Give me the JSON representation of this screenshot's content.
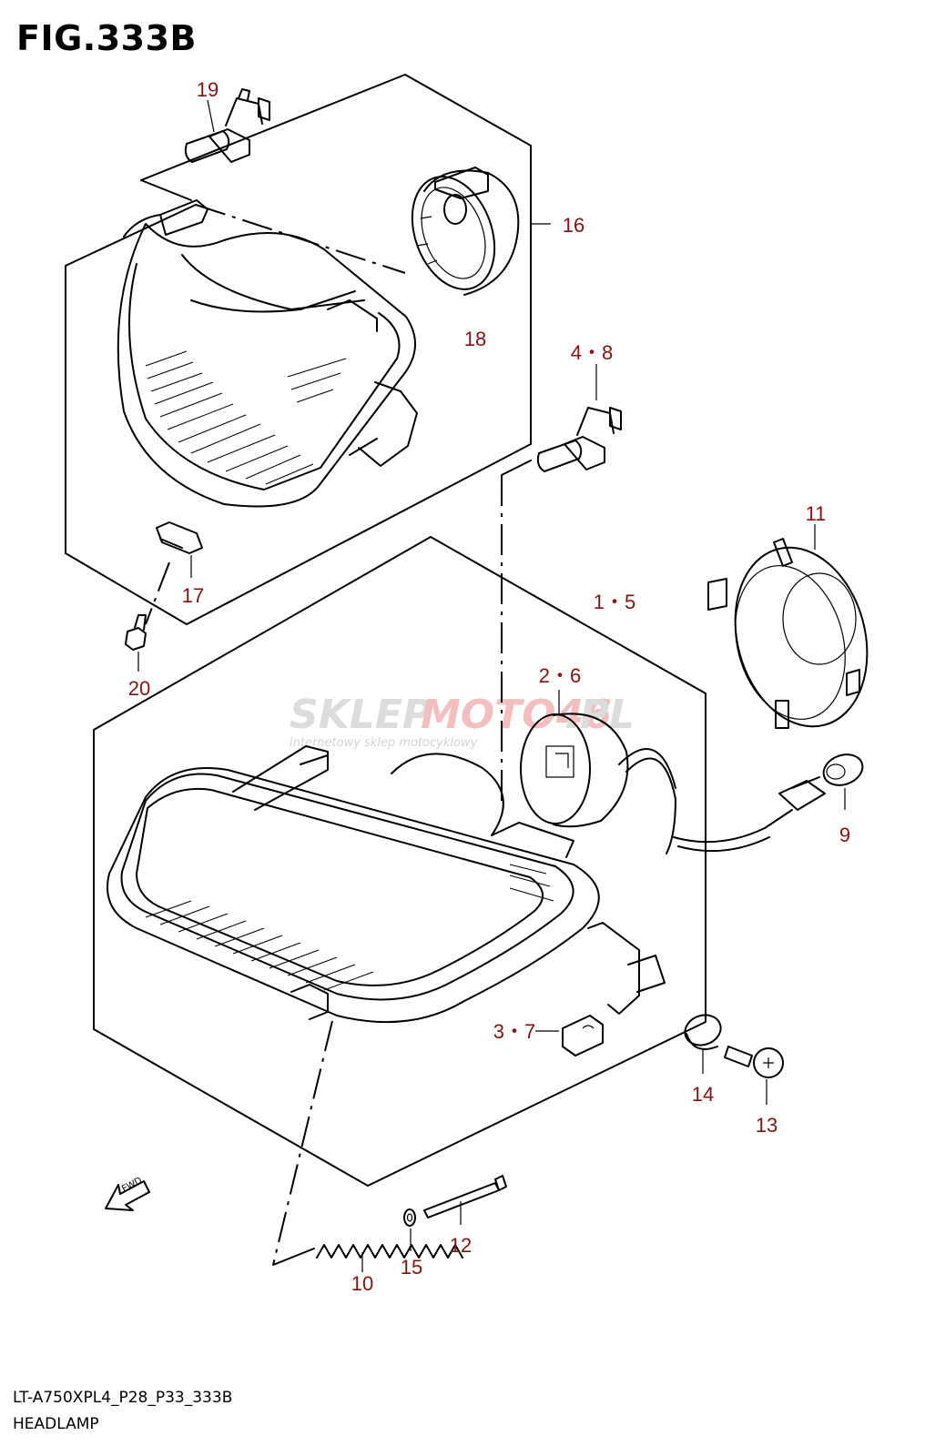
{
  "figure": {
    "title": "FIG.333B",
    "model_code": "LT-A750XPL4_P28_P33_333B",
    "name": "HEADLAMP"
  },
  "watermark": {
    "brand_part1": "SKLEP",
    "brand_part2": "MOTO46",
    "brand_part3": ".PL",
    "tagline": "internetowy sklep motocyklowy"
  },
  "fwd_label": "FWD",
  "callouts": [
    {
      "id": "c19",
      "text": "19"
    },
    {
      "id": "c16",
      "text": "16"
    },
    {
      "id": "c18",
      "text": "18"
    },
    {
      "id": "c48",
      "text": "4・8"
    },
    {
      "id": "c17",
      "text": "17"
    },
    {
      "id": "c20",
      "text": "20"
    },
    {
      "id": "c11",
      "text": "11"
    },
    {
      "id": "c15x",
      "text": "1・5"
    },
    {
      "id": "c26",
      "text": "2・6"
    },
    {
      "id": "c9",
      "text": "9"
    },
    {
      "id": "c37",
      "text": "3・7"
    },
    {
      "id": "c14",
      "text": "14"
    },
    {
      "id": "c13",
      "text": "13"
    },
    {
      "id": "c12",
      "text": "12"
    },
    {
      "id": "c10",
      "text": "10"
    },
    {
      "id": "c15",
      "text": "15"
    }
  ],
  "colors": {
    "callout_text": "#8b1010",
    "line_art": "#000000",
    "background": "#ffffff",
    "watermark_red": "#f1b8b8",
    "watermark_gray": "#d9d9d9"
  }
}
